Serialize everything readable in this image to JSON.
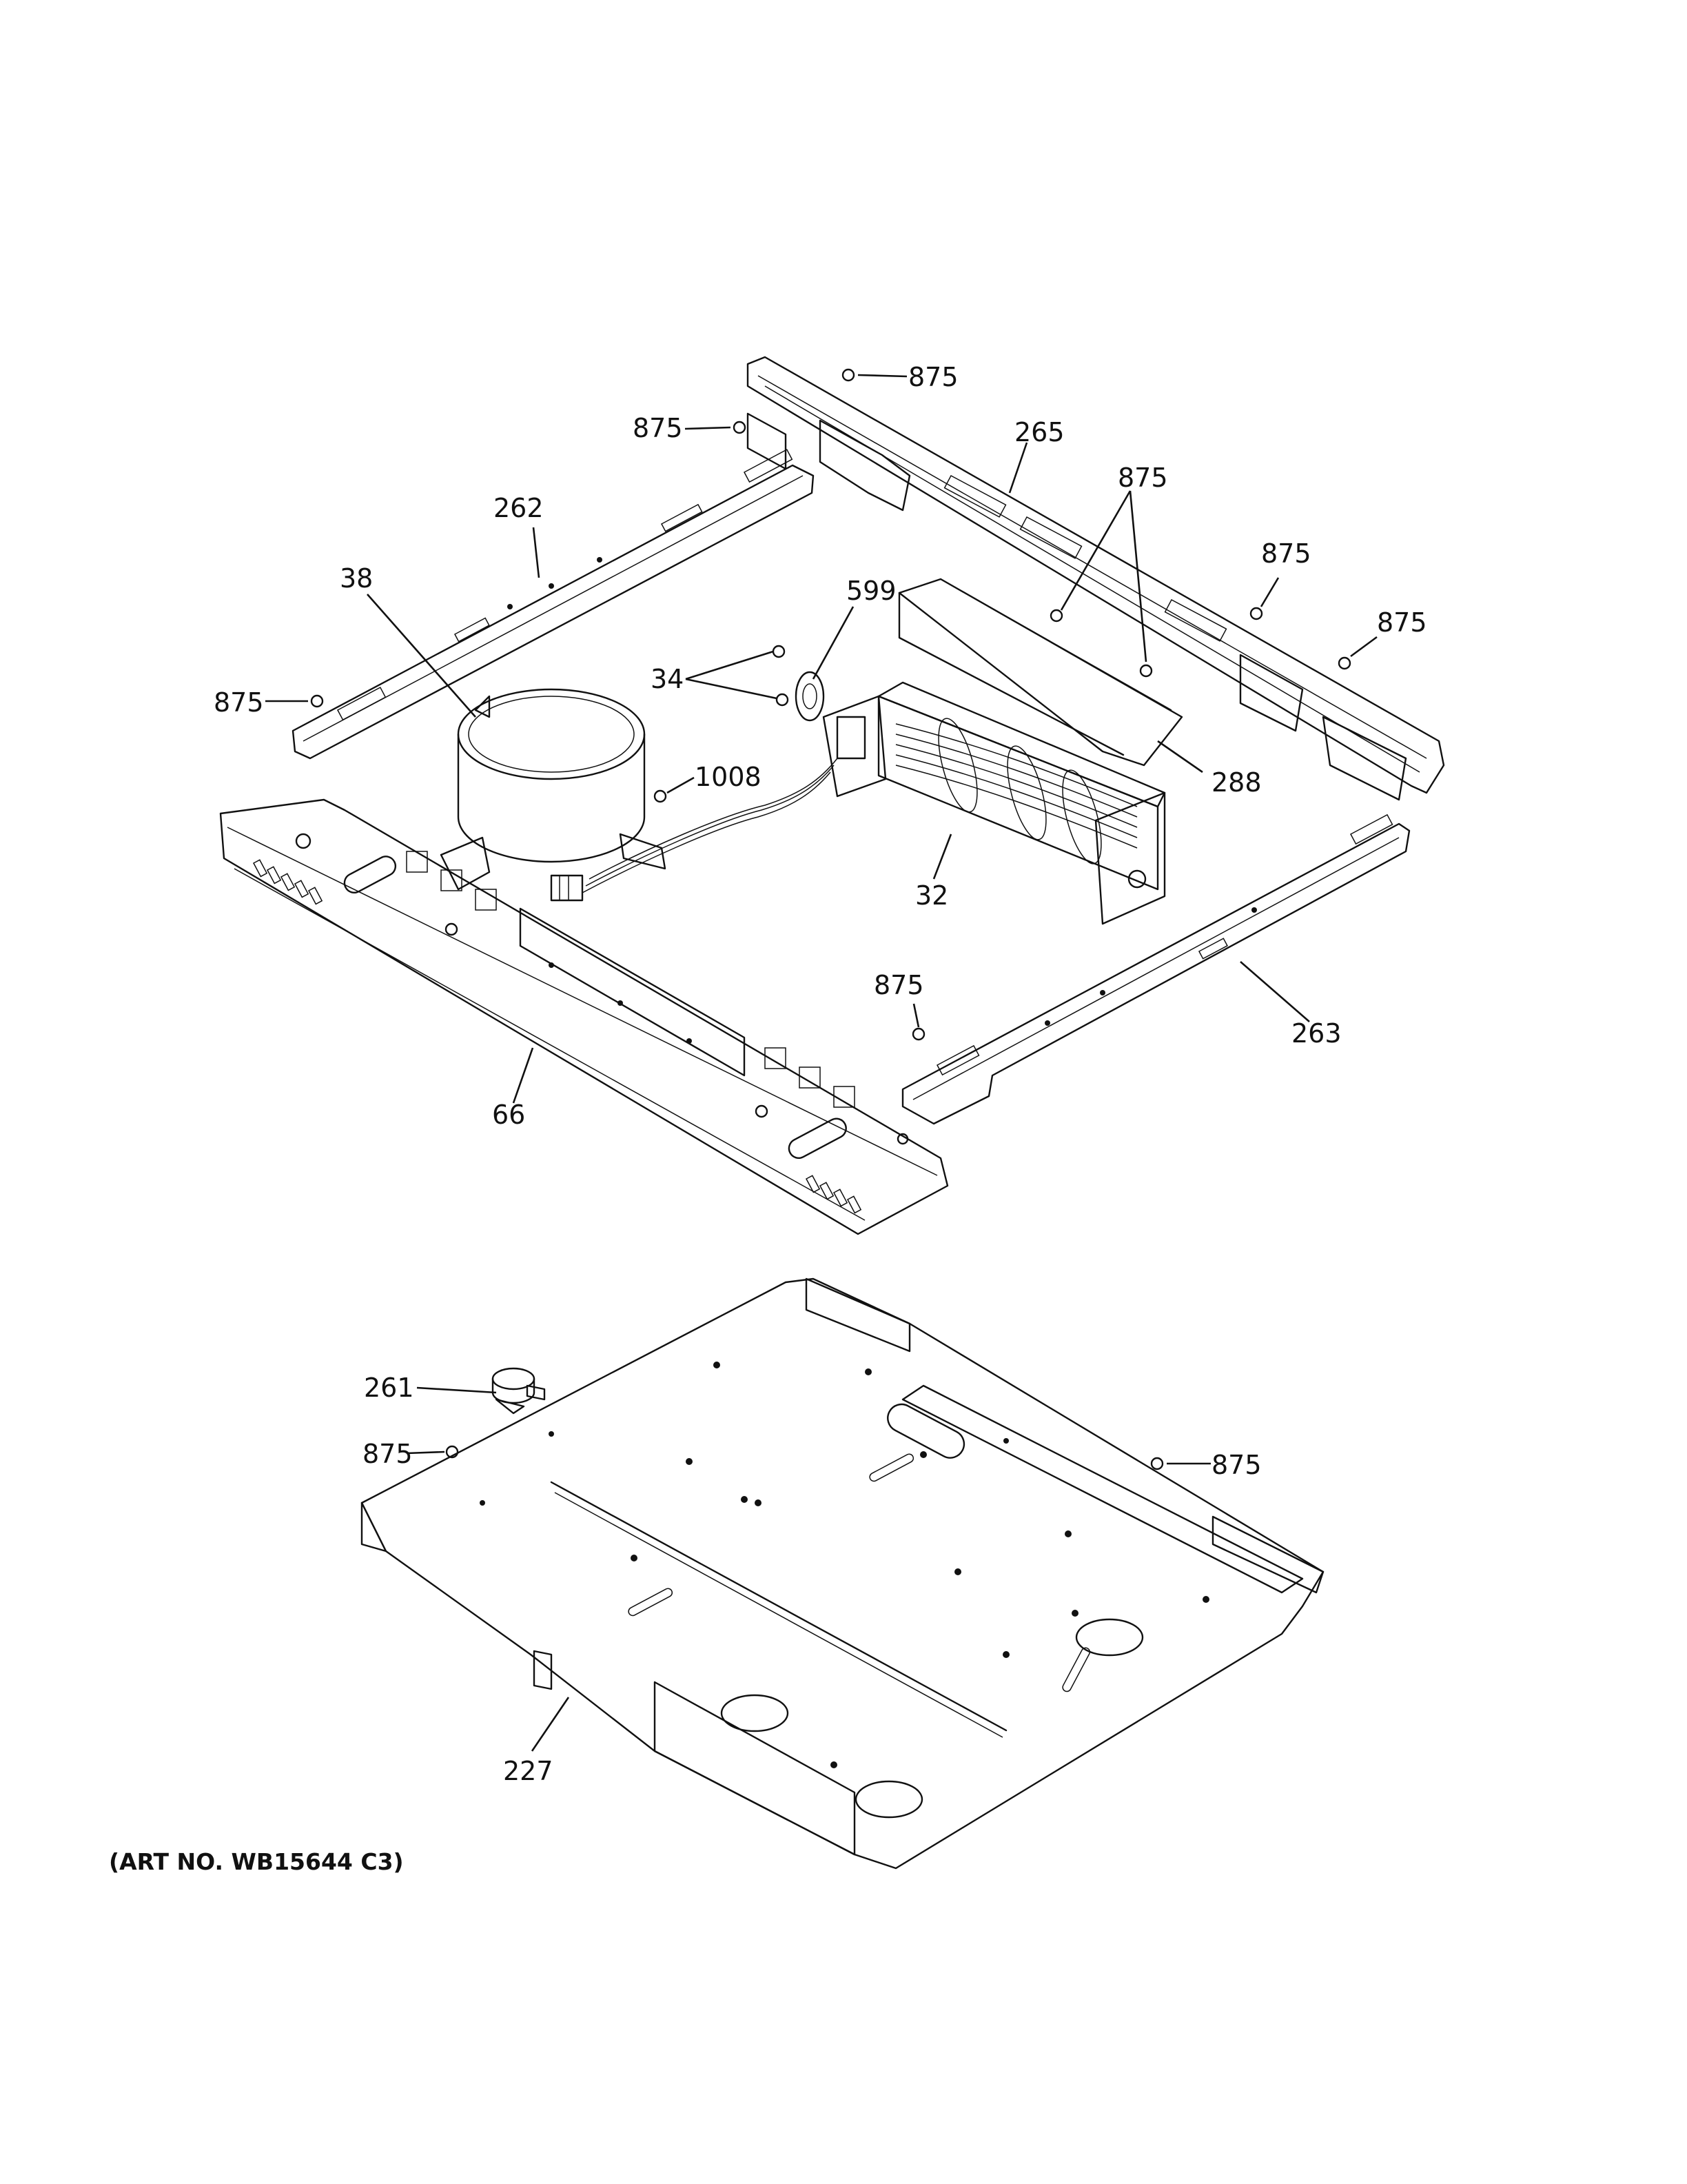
{
  "callouts": {
    "c875_top": "875",
    "c875_upperleft": "875",
    "c265": "265",
    "c875_pair": "875",
    "c262": "262",
    "c875_right1": "875",
    "c875_right2": "875",
    "c38": "38",
    "c599": "599",
    "c34": "34",
    "c875_left": "875",
    "c1008": "1008",
    "c288": "288",
    "c32": "32",
    "c875_mid": "875",
    "c263": "263",
    "c66": "66",
    "c261": "261",
    "c875_lowerleft": "875",
    "c875_lowerright": "875",
    "c227": "227"
  },
  "caption": "(ART NO. WB15644 C3)"
}
